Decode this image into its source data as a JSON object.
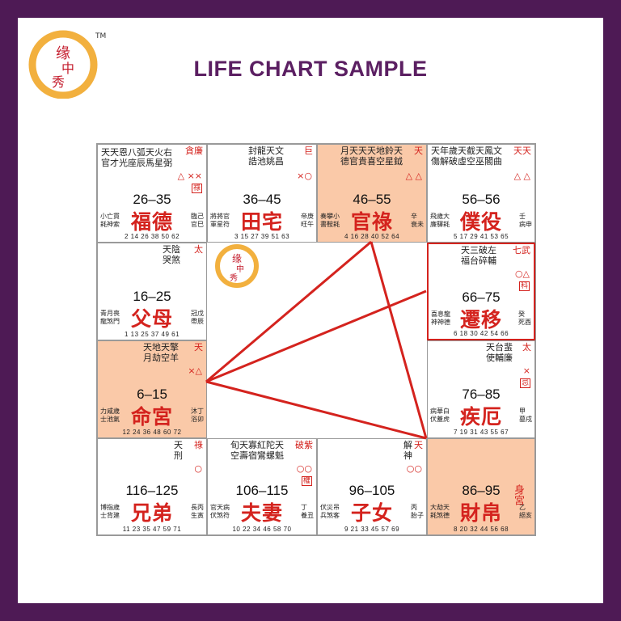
{
  "header": {
    "title": "LIFE CHART SAMPLE",
    "tm": "TM",
    "logo_text": "缘中秀"
  },
  "colors": {
    "background": "#4e1a55",
    "title": "#5b1f62",
    "accent": "#d4231e",
    "highlight": "#fac9a8"
  },
  "cells": {
    "fude": {
      "age": "26–35",
      "palace": "福德",
      "stars_black": "天天恩八弧天火右",
      "stars_red": "貪廉",
      "stars_sub": "官才光座辰馬星弼",
      "marks": "△ ××",
      "badge": "祿",
      "left": "小亡貫\n耗神索",
      "right": "臨己\n官巳",
      "years": "2 14 26 38 50 62"
    },
    "tianzhai": {
      "age": "36–45",
      "palace": "田宅",
      "stars_black": "封龍天文",
      "stars_red": "巨",
      "stars_sub": "誥池姚昌",
      "marks": "×○",
      "left": "將將官\n軍星符",
      "right": "帝庚\n旺午",
      "years": "3 15 27 39 51 63"
    },
    "guanlu": {
      "age": "46–55",
      "palace": "官祿",
      "stars_black": "月天天天地鈴天",
      "stars_red": "天",
      "stars_sub": "德官貴喜空星鉞",
      "marks": "△ △",
      "left": "奏攀小\n書鞍耗",
      "right": "辛\n衰未",
      "years": "4 16 28 40 52 64"
    },
    "puyi": {
      "age": "56–56",
      "palace": "僕役",
      "stars_black": "天年歲天截天鳳文",
      "stars_red": "天天",
      "stars_sub": "傷解破虛空巫閣曲",
      "marks": "△ △",
      "left": "飛歲大\n廉驛耗",
      "right": "壬\n病申",
      "years": "5 17 29 41 53 65"
    },
    "fumu": {
      "age": "16–25",
      "palace": "父母",
      "stars_black": "天陰",
      "stars_red": "太",
      "stars_sub": "哭煞",
      "marks": "",
      "left": "青月喪\n龍煞門",
      "right": "冠戊\n帶辰",
      "years": "1 13 25 37 49 61"
    },
    "qianyi": {
      "age": "66–75",
      "palace": "遷移",
      "stars_black": "天三破左",
      "stars_red": "七武",
      "stars_sub": "福台碎輔",
      "marks": "○△",
      "badge": "科",
      "left": "喜息龍\n神神德",
      "right": "癸\n死酉",
      "years": "6 18 30 42 54 66"
    },
    "ming": {
      "age": "6–15",
      "palace": "命宮",
      "stars_black": "天地天擎",
      "stars_red": "天",
      "stars_sub": "月劫空羊",
      "marks": "×△",
      "left": "力咸歲\n士池氣",
      "right": "沐丁\n浴卯",
      "years": "12 24 36 48 60 72"
    },
    "jie": {
      "age": "76–85",
      "palace": "疾厄",
      "stars_black": "天台蜚",
      "stars_red": "太",
      "stars_sub": "使輔廉",
      "marks": "×",
      "badge": "忌",
      "left": "病華白\n伏蓋虎",
      "right": "甲\n墓戌",
      "years": "7 19 31 43 55 67"
    },
    "xiongdi": {
      "age": "116–125",
      "palace": "兄弟",
      "stars_black": "天",
      "stars_red": "祿",
      "stars_sub": "刑",
      "marks": "○",
      "left": "博指歲\n士背建",
      "right": "長丙\n生寅",
      "years": "11 23 35 47 59 71"
    },
    "fuqi": {
      "age": "106–115",
      "palace": "夫妻",
      "stars_black": "旬天寡紅陀天",
      "stars_red": "破紫",
      "stars_sub": "空壽宿鸞螺魁",
      "marks": "○○",
      "badge": "權",
      "left": "官天病\n伏煞符",
      "right": "丁\n養丑",
      "years": "10 22 34 46 58 70"
    },
    "zinv": {
      "age": "96–105",
      "palace": "子女",
      "stars_black": "解",
      "stars_red": "天",
      "stars_sub": "神",
      "marks": "○○",
      "left": "伏災吊\n兵煞客",
      "right": "丙\n胎子",
      "years": "9 21 33 45 57 69"
    },
    "caibo": {
      "age": "86–95",
      "palace": "財帛",
      "stars_black": "",
      "stars_red": "身宮",
      "stars_sub": "",
      "marks": "",
      "left": "大劫天\n耗煞德",
      "right": "乙\n絕亥",
      "years": "8 20 32 44 56 68"
    }
  }
}
